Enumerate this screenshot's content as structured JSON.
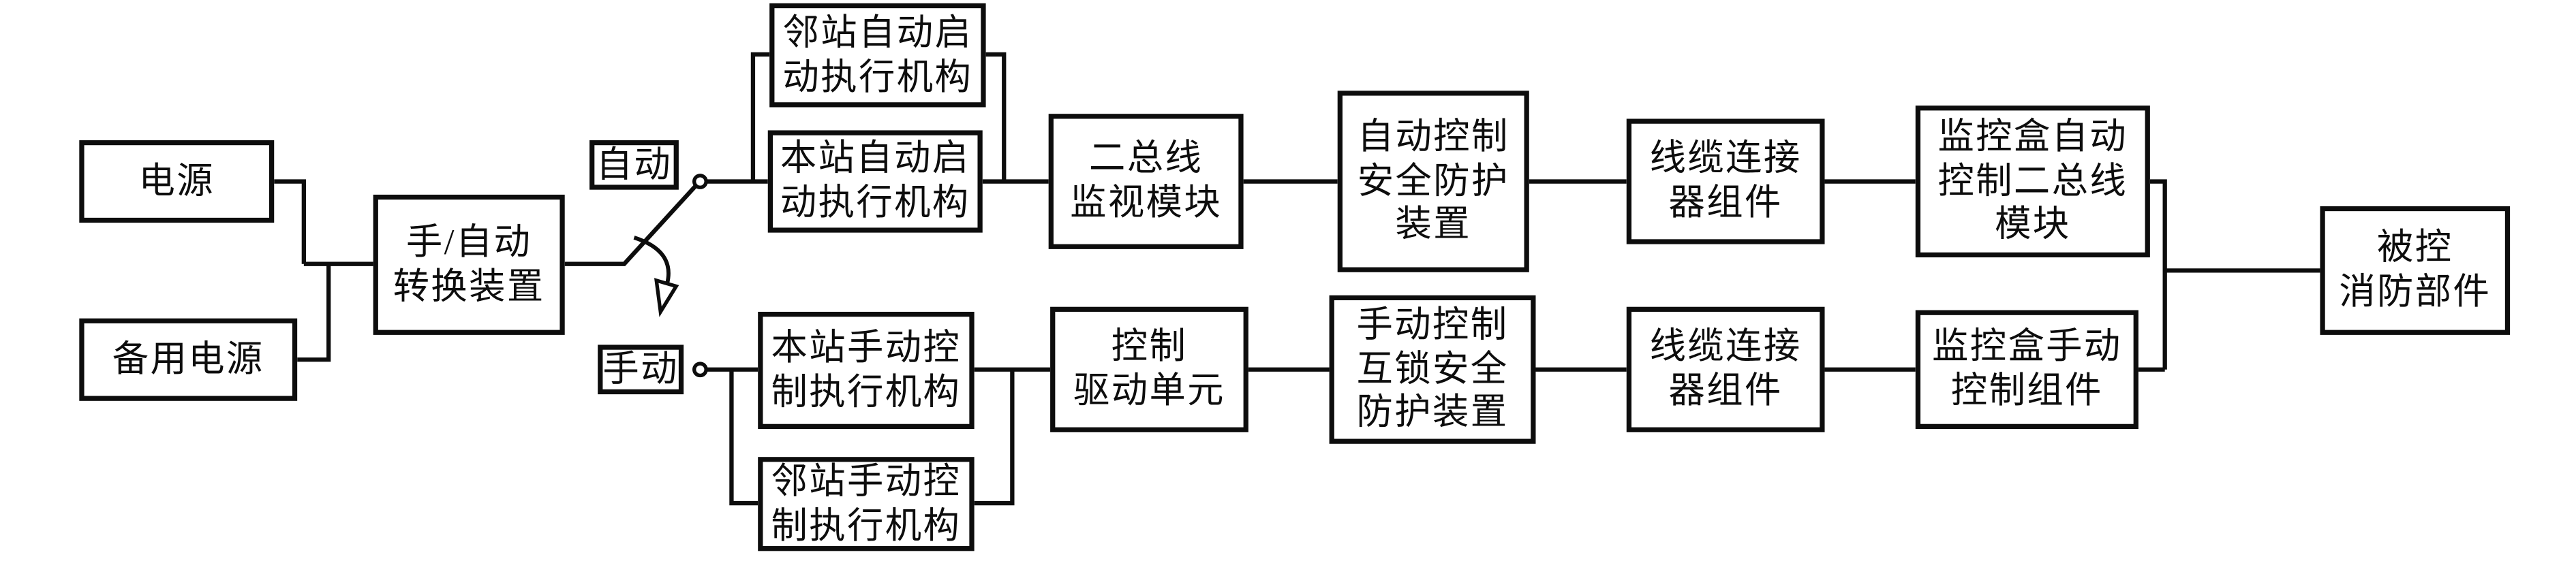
{
  "nodes": {
    "power": {
      "label": "电源"
    },
    "backup_power": {
      "label": "备用电源"
    },
    "selector": {
      "label": "手/自动\n转换装置"
    },
    "mode_auto": {
      "label": "自动"
    },
    "mode_manual": {
      "label": "手动"
    },
    "neighbor_auto": {
      "label": "邻站自动启\n动执行机构"
    },
    "local_auto": {
      "label": "本站自动启\n动执行机构"
    },
    "bus_monitor": {
      "label": "二总线\n监视模块"
    },
    "auto_guard": {
      "label": "自动控制\n安全防护\n装置"
    },
    "cable_top": {
      "label": "线缆连接\n器组件"
    },
    "monitor_auto": {
      "label": "监控盒自动\n控制二总线\n模块"
    },
    "controlled": {
      "label": "被控\n消防部件"
    },
    "local_manual": {
      "label": "本站手动控\n制执行机构"
    },
    "neighbor_manual": {
      "label": "邻站手动控\n制执行机构"
    },
    "drive_unit": {
      "label": "控制\n驱动单元"
    },
    "manual_guard": {
      "label": "手动控制\n互锁安全\n防护装置"
    },
    "cable_bottom": {
      "label": "线缆连接\n器组件"
    },
    "monitor_manual": {
      "label": "监控盒手动\n控制组件"
    }
  },
  "colors": {
    "line": "#0d0d0d",
    "background": "#ffffff",
    "box_fill": "#ffffff"
  }
}
